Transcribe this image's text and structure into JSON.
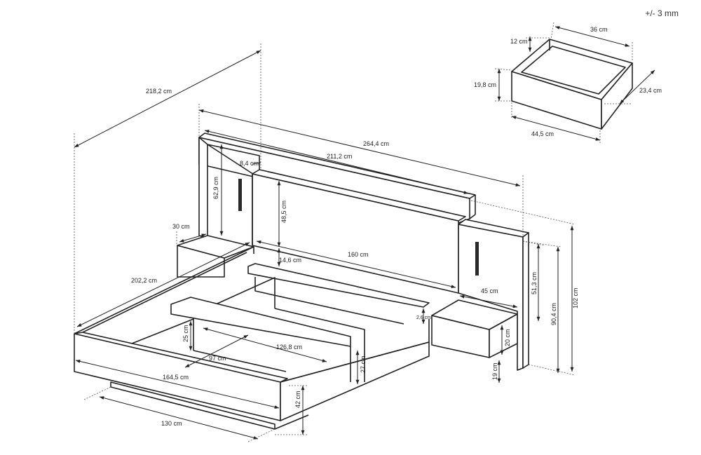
{
  "tolerance": "+/- 3 mm",
  "dimensions": {
    "overall_diagonal": "218,2 cm",
    "headboard_width": "264,4 cm",
    "headboard_top_width": "211,2 cm",
    "headboard_depth": "8,4 cm",
    "side_panel_height": "62,9 cm",
    "center_panel_height": "48,5 cm",
    "center_panel_gap": "14,6 cm",
    "mattress_width": "160 cm",
    "shelf_depth": "30 cm",
    "frame_length": "202,2 cm",
    "nightstand_width": "45 cm",
    "nightstand_thickness": "2,6 cm",
    "right_panel_height": "51,3 cm",
    "right_total_height": "90,4 cm",
    "total_height": "102 cm",
    "nightstand_height": "20 cm",
    "nightstand_clearance": "19 cm",
    "slat_height": "25 cm",
    "slat_width": "126,8 cm",
    "slat_depth": "97 cm",
    "frame_height": "27 cm",
    "frame_width": "164,5 cm",
    "leg_height": "42 cm",
    "base_width": "130 cm",
    "drawer_width": "36 cm",
    "drawer_inner_height": "12 cm",
    "drawer_height": "19,8 cm",
    "drawer_depth": "23,4 cm",
    "drawer_front_width": "44,5 cm"
  }
}
